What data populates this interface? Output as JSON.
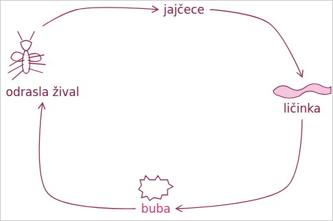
{
  "diagram": {
    "nodes": [
      {
        "text": [
          "jajčece"
        ]
      },
      {
        "text": [
          "ličinka"
        ]
      },
      {
        "text": [
          "buba"
        ]
      },
      {
        "text": [
          "odrasla žival"
        ]
      }
    ],
    "edges": [
      {
        "from": 0,
        "to": 1,
        "arrow": "to"
      },
      {
        "from": 1,
        "to": 2,
        "arrow": "to"
      },
      {
        "from": 2,
        "to": 3,
        "arrow": "to"
      },
      {
        "from": 3,
        "to": 0,
        "arrow": "to"
      }
    ]
  }
}
